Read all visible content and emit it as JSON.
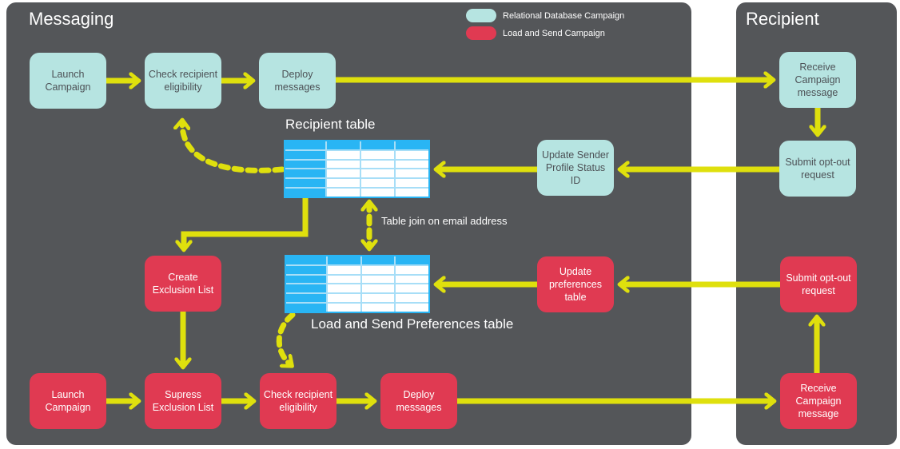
{
  "colors": {
    "page_bg": "#ffffff",
    "panel_bg": "#545659",
    "node_teal": "#b6e4e1",
    "node_red": "#e03a52",
    "arrow_yellow": "#dfe00d",
    "table_cyan": "#29b5f4",
    "table_grid": "#a7def7",
    "table_cell": "#ffffff",
    "text_light": "#ffffff",
    "text_dark": "#4d5156"
  },
  "panels": {
    "messaging": {
      "title": "Messaging"
    },
    "recipient": {
      "title": "Recipient"
    }
  },
  "legend": {
    "relational": {
      "label": "Relational Database Campaign"
    },
    "load_send": {
      "label": "Load and Send Campaign"
    }
  },
  "nodes": {
    "rdb_launch": {
      "label": "Launch Campaign"
    },
    "rdb_check": {
      "label": "Check recipient eligibility"
    },
    "rdb_deploy": {
      "label": "Deploy messages"
    },
    "rdb_receive": {
      "label": "Receive Campaign message"
    },
    "rdb_submit_optout": {
      "label": "Submit opt-out request"
    },
    "rdb_update_sender": {
      "label": "Update Sender Profile Status ID"
    },
    "ls_create_exclusion": {
      "label": "Create Exclusion List"
    },
    "ls_launch": {
      "label": "Launch Campaign"
    },
    "ls_supress": {
      "label": "Supress Exclusion List"
    },
    "ls_check": {
      "label": "Check recipient eligibility"
    },
    "ls_deploy": {
      "label": "Deploy messages"
    },
    "ls_update_prefs": {
      "label": "Update preferences table"
    },
    "ls_submit_optout": {
      "label": "Submit opt-out request"
    },
    "ls_receive": {
      "label": "Receive Campaign message"
    }
  },
  "tables": {
    "recipient_table": {
      "label": "Recipient table",
      "rows": 6,
      "cols": 4
    },
    "preferences_table": {
      "label": "Load and Send Preferences table",
      "rows": 6,
      "cols": 4
    }
  },
  "annotations": {
    "table_join": "Table join on email address"
  }
}
